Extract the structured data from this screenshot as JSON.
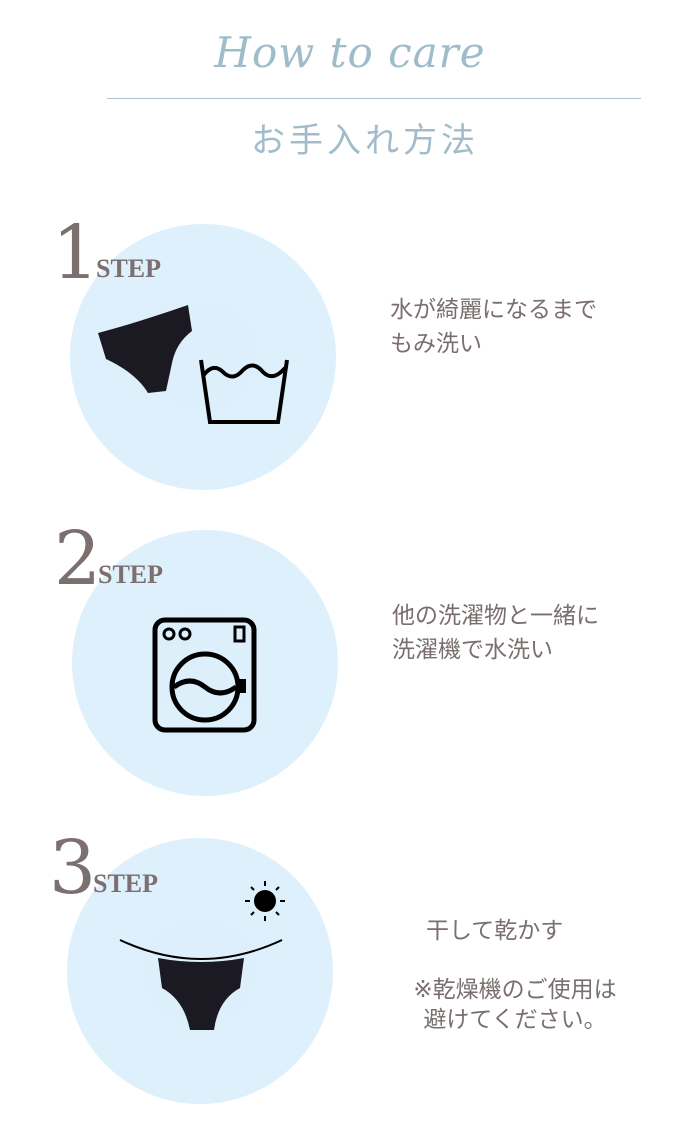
{
  "header": {
    "title_en": "How to care",
    "title_jp": "お手入れ方法"
  },
  "steps": [
    {
      "number": "1",
      "step_label": "STEP",
      "lines": [
        "水が綺麗になるまで",
        "もみ洗い"
      ]
    },
    {
      "number": "2",
      "step_label": "STEP",
      "lines": [
        "他の洗濯物と一緒に",
        "洗濯機で水洗い"
      ]
    },
    {
      "number": "3",
      "step_label": "STEP",
      "lines": [
        "干して乾かす"
      ],
      "note_lines": [
        "※乾燥機のご使用は",
        "避けてください。"
      ]
    }
  ]
}
